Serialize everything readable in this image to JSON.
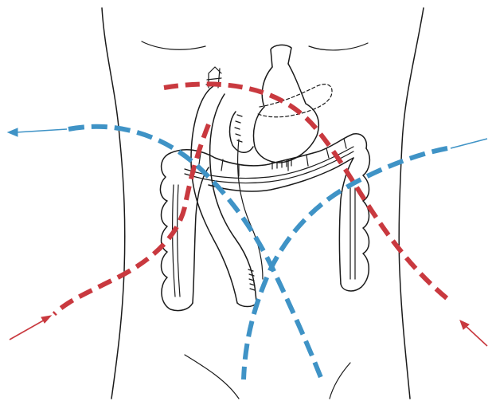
{
  "figure": {
    "colors": {
      "red_path": "#c9393f",
      "blue_path": "#3f93c6",
      "outline": "#1a1a1a",
      "background": "#ffffff"
    },
    "elements": [
      "torso-outline",
      "stomach",
      "colon",
      "small-bowel-limb",
      "red-dashed-path",
      "blue-dashed-path"
    ]
  }
}
